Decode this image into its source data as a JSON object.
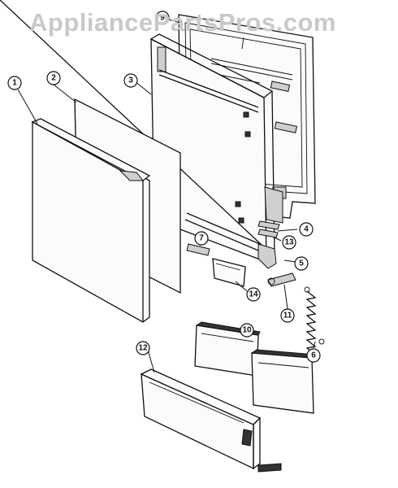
{
  "watermark": "AppliancePartsPros.com",
  "callouts": [
    {
      "id": "1",
      "label": "1"
    },
    {
      "id": "2",
      "label": "2"
    },
    {
      "id": "3",
      "label": "3"
    },
    {
      "id": "4",
      "label": "4"
    },
    {
      "id": "5",
      "label": "5"
    },
    {
      "id": "6",
      "label": "6"
    },
    {
      "id": "7",
      "label": "7"
    },
    {
      "id": "9",
      "label": "9"
    },
    {
      "id": "10",
      "label": "10"
    },
    {
      "id": "11",
      "label": "11"
    },
    {
      "id": "12",
      "label": "12"
    },
    {
      "id": "13",
      "label": "13"
    },
    {
      "id": "14",
      "label": "14"
    }
  ]
}
